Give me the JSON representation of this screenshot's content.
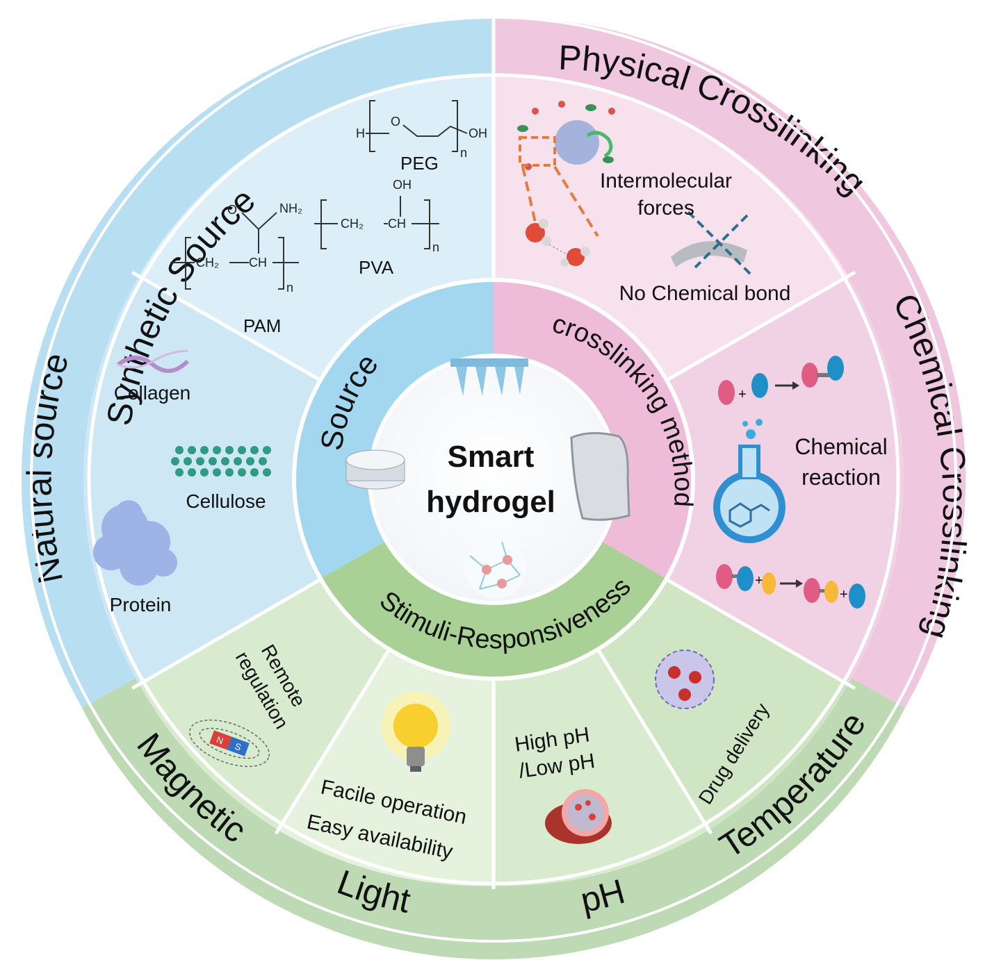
{
  "center": {
    "line1": "Smart",
    "line2": "hydrogel"
  },
  "inner_ring": {
    "source": "Source",
    "crosslinking": "crosslinking method",
    "stimuli": "Stimuli-Responsiveness"
  },
  "outer_ring": {
    "synthetic": "Synthetic Source",
    "physical": "Physical Crosslinking",
    "chemical": "Chemical Crosslinking",
    "natural": "Natural source",
    "magnetic": "Magnetic",
    "light": "Light",
    "ph": "pH",
    "temperature": "Temperature"
  },
  "synthetic_panel": {
    "peg": "PEG",
    "pva": "PVA",
    "pam": "PAM",
    "h": "H",
    "o": "O",
    "oh": "OH",
    "nh2": "NH₂",
    "ch2": "CH₂",
    "ch": "CH",
    "n": "n"
  },
  "physical_panel": {
    "line1": "Intermolecular",
    "line2": "forces",
    "no_bond": "No Chemical bond"
  },
  "chemical_panel": {
    "line1": "Chemical",
    "line2": "reaction"
  },
  "natural_panel": {
    "collagen": "Collagen",
    "cellulose": "Cellulose",
    "protein": "Protein"
  },
  "magnetic_panel": {
    "line1": "Remote",
    "line2": "regulation",
    "n": "N",
    "s": "S"
  },
  "light_panel": {
    "line1": "Facile operation",
    "line2": "Easy availability"
  },
  "ph_panel": {
    "line1": "High pH",
    "line2": "/Low pH"
  },
  "temperature_panel": {
    "label": "Drug delivery"
  },
  "colors": {
    "blue": "#a9d8ef",
    "pink": "#efc5dd",
    "green": "#bcd9b0",
    "accent_orange": "#e87a3a"
  }
}
